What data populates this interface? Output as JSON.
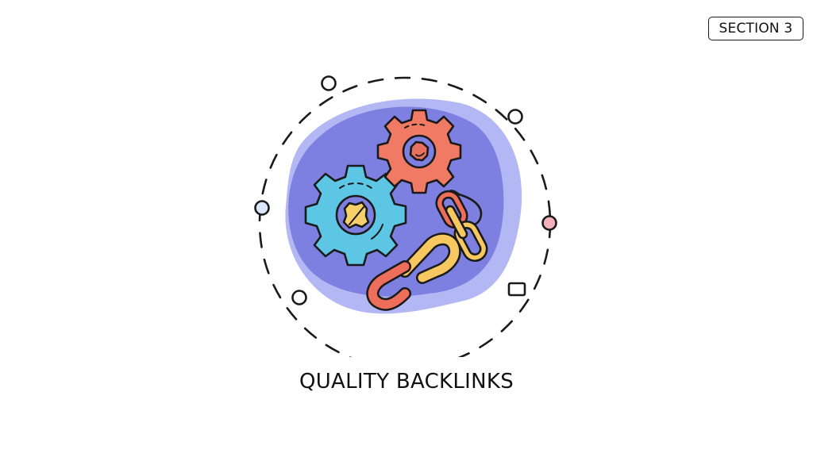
{
  "badge": {
    "label": "SECTION 3"
  },
  "caption": {
    "title": "QUALITY BACKLINKS"
  },
  "illustration": {
    "description": "Two gears and chain links on purple blob inside a dashed circle",
    "icons": [
      "blue-gear-icon",
      "red-gear-icon",
      "chain-link-icon"
    ],
    "colors": {
      "blob_outer": "#a9aef2",
      "blob_inner": "#7c7fe0",
      "gear_blue": "#5cc6e4",
      "gear_red": "#f07a64",
      "gear_center_yellow": "#f8d06a",
      "chain_red": "#ee6e5c",
      "chain_yellow": "#f7c760",
      "outline": "#1a1a1a",
      "dot_blue": "#dbe6fb",
      "dot_pink": "#f2b0b8"
    }
  }
}
